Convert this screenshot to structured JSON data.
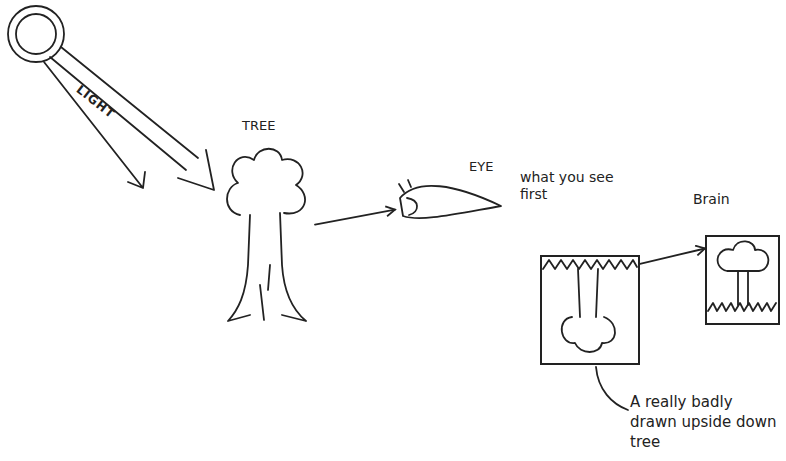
{
  "diagram": {
    "nodes": [
      {
        "text": [
          "TREE"
        ]
      },
      {
        "text": [
          "EYE"
        ]
      },
      {
        "text": [
          "what you see first"
        ]
      },
      {
        "text": [
          "Brain"
        ]
      }
    ],
    "edges": [
      {
        "from": 0,
        "to": 1,
        "arrow": "to"
      },
      {
        "from": 2,
        "to": 3,
        "arrow": "to"
      }
    ],
    "labels": [
      "LIGHT",
      "A really badly drawn upside down tree"
    ]
  }
}
